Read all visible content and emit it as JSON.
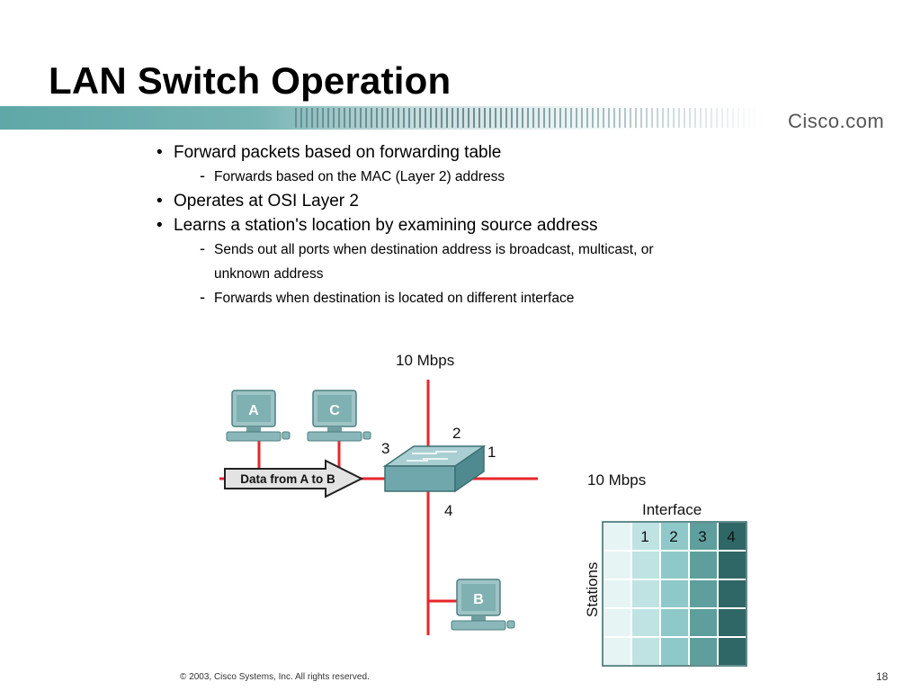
{
  "slide": {
    "title": "LAN Switch Operation",
    "brand": "Cisco.com",
    "footer": "© 2003, Cisco Systems, Inc. All rights reserved.",
    "page_number": "18"
  },
  "bullets": [
    {
      "level": 1,
      "text": "Forward packets based on forwarding table"
    },
    {
      "level": 2,
      "text": "Forwards based on the MAC (Layer 2) address"
    },
    {
      "level": 1,
      "text": "Operates at OSI Layer 2"
    },
    {
      "level": 1,
      "text": "Learns a station's location by examining source address"
    },
    {
      "level": 2,
      "text": "Sends out all ports when destination address is broadcast, multicast, or"
    },
    {
      "level": 2,
      "text": "unknown address"
    },
    {
      "level": 2,
      "text": "Forwards when destination is located on different interface"
    }
  ],
  "diagram": {
    "vertical_segment_label": "10 Mbps",
    "horizontal_segment_label": "10 Mbps",
    "stations": {
      "a": "A",
      "c": "C",
      "b": "B"
    },
    "ports": {
      "p1": "1",
      "p2": "2",
      "p3": "3",
      "p4": "4"
    },
    "arrow_label": "Data from A to B",
    "table": {
      "header": "Interface",
      "row_label": "Stations",
      "columns": [
        "1",
        "2",
        "3",
        "4"
      ],
      "row_count": 4
    }
  },
  "colors": {
    "cable": "#e8262b",
    "teal_dark": "#2f6766",
    "switch": "#6fa7ad",
    "col1": "#e6f4f4",
    "col2": "#bfe3e3",
    "col3": "#8fc8c8",
    "col4": "#5e9e9d",
    "col5": "#2f6766"
  }
}
